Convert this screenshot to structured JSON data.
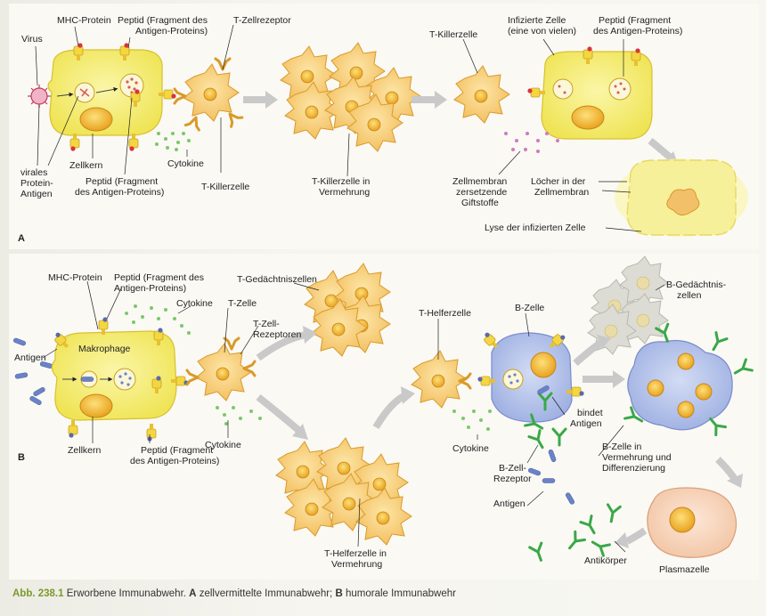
{
  "panel_a": {
    "letter": "A",
    "labels": {
      "mhc": "MHC-Protein",
      "virus": "Virus",
      "peptide_top_l1": "Peptid (Fragment des",
      "peptide_top_l2": "Antigen-Proteins)",
      "tcr": "T-Zellrezeptor",
      "viral_l1": "virales",
      "viral_l2": "Protein-",
      "viral_l3": "Antigen",
      "zellkern": "Zellkern",
      "peptide_bot_l1": "Peptid (Fragment",
      "peptide_bot_l2": "des Antigen-Proteins)",
      "cytokine": "Cytokine",
      "tkiller": "T-Killerzelle",
      "tkiller_vm_l1": "T-Killerzelle in",
      "tkiller_vm_l2": "Vermehrung",
      "tkiller2": "T-Killerzelle",
      "infiziert_l1": "Infizierte Zelle",
      "infiziert_l2": "(eine von vielen)",
      "peptide_r_l1": "Peptid (Fragment",
      "peptide_r_l2": "des Antigen-Proteins)",
      "gift_l1": "Zellmembran",
      "gift_l2": "zersetzende",
      "gift_l3": "Giftstoffe",
      "loecher_l1": "Löcher in der",
      "loecher_l2": "Zellmembran",
      "lyse": "Lyse der infizierten Zelle"
    }
  },
  "panel_b": {
    "letter": "B",
    "labels": {
      "mhc": "MHC-Protein",
      "peptide_top_l1": "Peptid (Fragment des",
      "peptide_top_l2": "Antigen-Proteins)",
      "cytokine_top": "Cytokine",
      "tzelle": "T-Zelle",
      "tgedaechtnis": "T-Gedächtniszellen",
      "tzellrez_l1": "T-Zell-",
      "tzellrez_l2": "Rezeptoren",
      "antigen_left": "Antigen",
      "makrophage": "Makrophage",
      "zellkern": "Zellkern",
      "peptide_bot_l1": "Peptid (Fragment",
      "peptide_bot_l2": "des Antigen-Proteins)",
      "cytokine_mid": "Cytokine",
      "thelfer": "T-Helferzelle",
      "thelfer_vm_l1": "T-Helferzelle in",
      "thelfer_vm_l2": "Vermehrung",
      "bzelle": "B-Zelle",
      "bgedaechtnis_l1": "B-Gedächtnis-",
      "bgedaechtnis_l2": "zellen",
      "bindet_l1": "bindet",
      "bindet_l2": "Antigen",
      "cytokine_r": "Cytokine",
      "bzellrez_l1": "B-Zell-",
      "bzellrez_l2": "Rezeptor",
      "antigen_r": "Antigen",
      "bvm_l1": "B-Zelle in",
      "bvm_l2": "Vermehrung und",
      "bvm_l3": "Differenzierung",
      "antikoerper": "Antikörper",
      "plasmazelle": "Plasmazelle"
    }
  },
  "caption": {
    "number": "Abb. 238.1",
    "title": "Erworbene Immunabwehr.",
    "a_letter": "A",
    "a_text": "zellvermittelte Immunabwehr;",
    "b_letter": "B",
    "b_text": "humorale Immunabwehr"
  },
  "colors": {
    "cell_yellow": "#f3ec6a",
    "cell_orange": "#f6c66a",
    "b_cell_blue": "#aebde8",
    "antibody_green": "#3aa848",
    "arrow_grey": "#c9c9c9"
  }
}
